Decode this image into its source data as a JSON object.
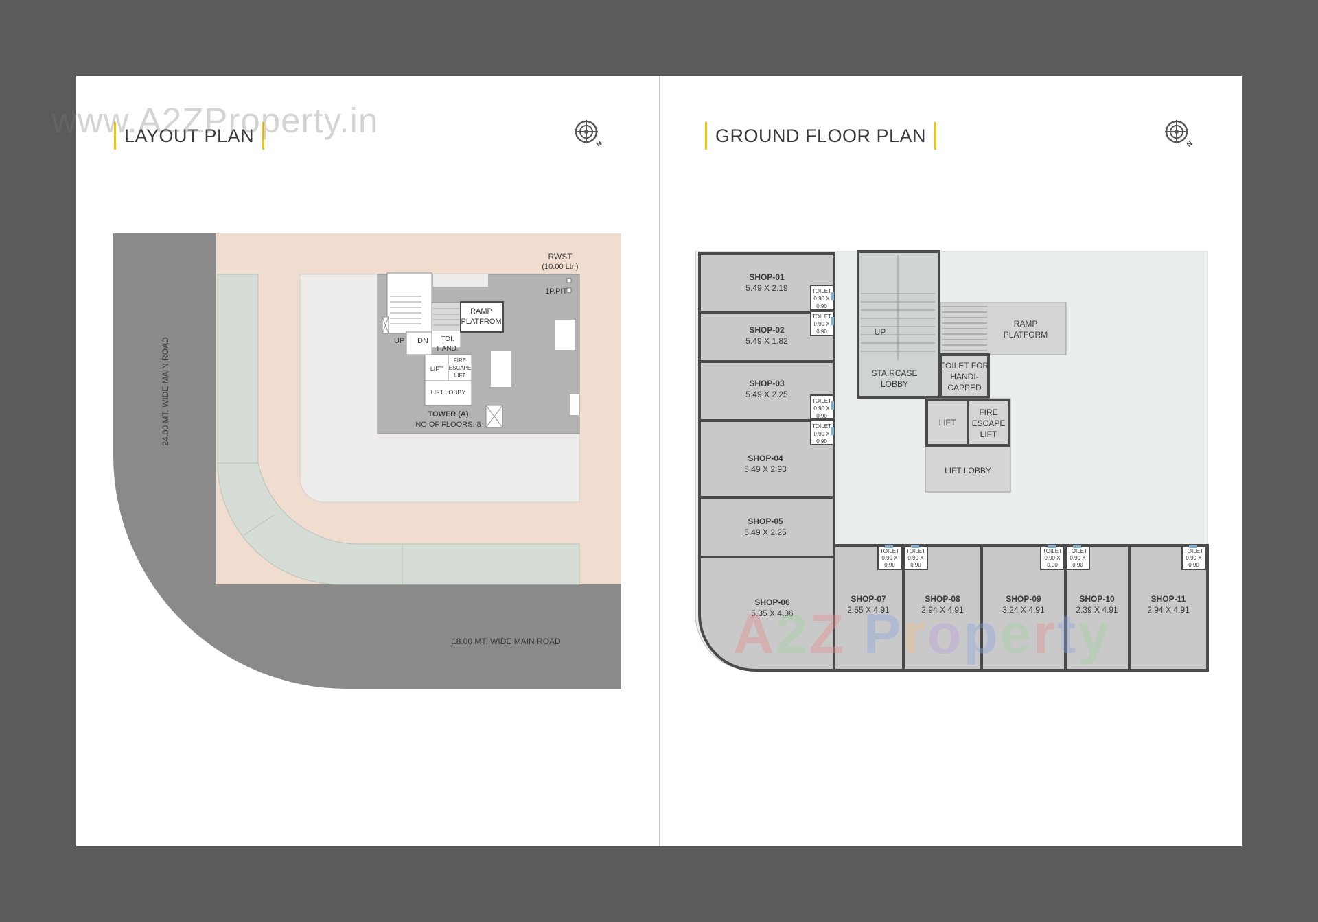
{
  "watermark": {
    "url": "www.A2ZProperty.in",
    "brand": "A2Z Property"
  },
  "layout_plan": {
    "title": "LAYOUT PLAN",
    "compass_label": "N",
    "road_west": "24.00 MT. WIDE MAIN ROAD",
    "road_south": "18.00 MT. WIDE MAIN ROAD",
    "rwst": "RWST",
    "rwst_capacity": "(10.00 Ltr.)",
    "pit": "1P.PIT",
    "ramp": [
      "RAMP",
      "PLATFROM"
    ],
    "stair_up": "UP",
    "stair_dn": "DN",
    "toilet": [
      "TOI.",
      "HAND."
    ],
    "lift": "LIFT",
    "fire_lift": [
      "FIRE",
      "ESCAPE",
      "LIFT"
    ],
    "lift_lobby": "LIFT LOBBY",
    "tower": "TOWER (A)",
    "floors": "NO OF FLOORS: 8"
  },
  "ground_floor_plan": {
    "title": "GROUND FLOOR PLAN",
    "compass_label": "N",
    "shops": [
      {
        "name": "SHOP-01",
        "size": "5.49 X 2.19"
      },
      {
        "name": "SHOP-02",
        "size": "5.49 X 1.82"
      },
      {
        "name": "SHOP-03",
        "size": "5.49 X 2.25"
      },
      {
        "name": "SHOP-04",
        "size": "5.49 X 2.93"
      },
      {
        "name": "SHOP-05",
        "size": "5.49 X 2.25"
      },
      {
        "name": "SHOP-06",
        "size": "5.35 X 4.36"
      },
      {
        "name": "SHOP-07",
        "size": "2.55 X 4.91"
      },
      {
        "name": "SHOP-08",
        "size": "2.94 X 4.91"
      },
      {
        "name": "SHOP-09",
        "size": "3.24 X 4.91"
      },
      {
        "name": "SHOP-10",
        "size": "2.39 X 4.91"
      },
      {
        "name": "SHOP-11",
        "size": "2.94 X 4.91"
      }
    ],
    "toilet": {
      "label": "TOILET",
      "size_a": "0.90 X",
      "size_b": "0.90"
    },
    "stair_up": "UP",
    "staircase_lobby": [
      "STAIRCASE",
      "LOBBY"
    ],
    "ramp": [
      "RAMP",
      "PLATFORM"
    ],
    "toilet_handicapped": [
      "TOILET FOR",
      "HANDI-",
      "CAPPED"
    ],
    "lift": "LIFT",
    "fire_lift": [
      "FIRE",
      "ESCAPE",
      "LIFT"
    ],
    "lift_lobby": "LIFT LOBBY"
  },
  "colors": {
    "background": "#5b5b5b",
    "road": "#8a8a8a",
    "driveway": "#f0ddcf",
    "garden": "#d6ddd6",
    "shop": "#c9c9c9",
    "common_area": "#e9edec",
    "wall": "#4a4a4a",
    "title_bar": "#f2c500"
  }
}
